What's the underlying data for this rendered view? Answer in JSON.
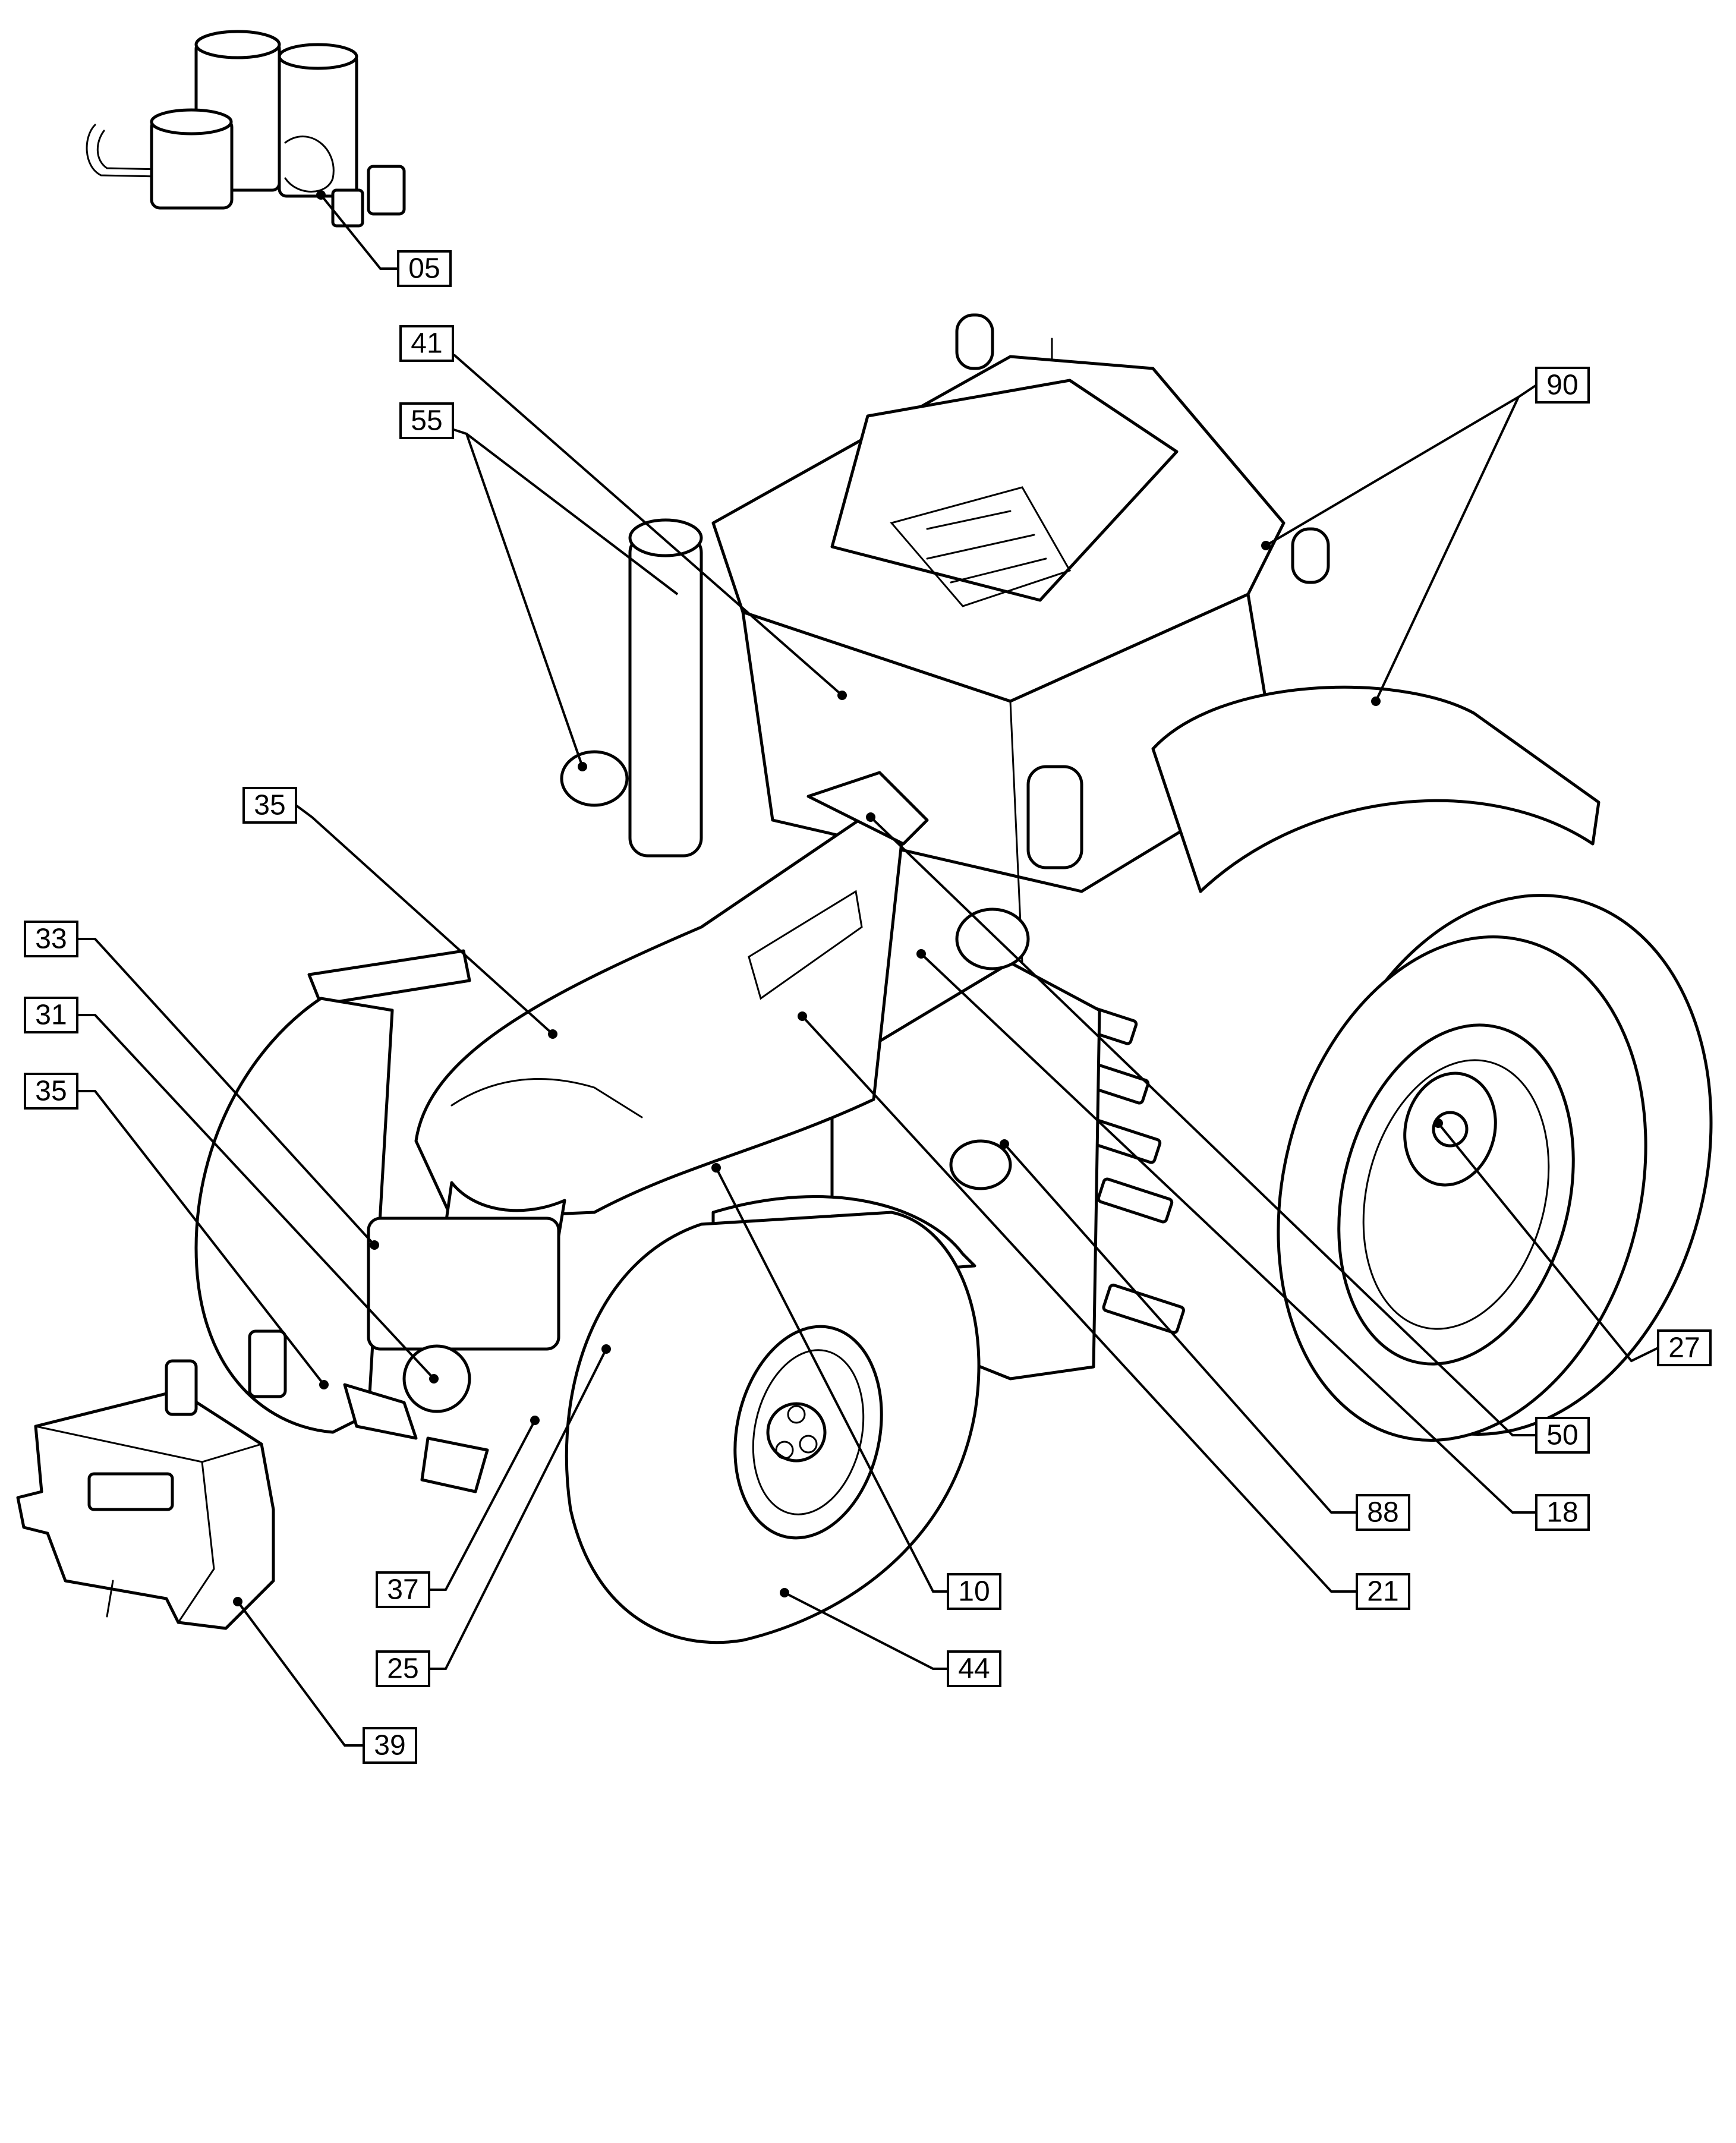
{
  "diagram": {
    "callouts": [
      {
        "id": "c05",
        "label": "05"
      },
      {
        "id": "c41",
        "label": "41"
      },
      {
        "id": "c55",
        "label": "55"
      },
      {
        "id": "c90",
        "label": "90"
      },
      {
        "id": "c35a",
        "label": "35"
      },
      {
        "id": "c33",
        "label": "33"
      },
      {
        "id": "c31",
        "label": "31"
      },
      {
        "id": "c35b",
        "label": "35"
      },
      {
        "id": "c27",
        "label": "27"
      },
      {
        "id": "c50",
        "label": "50"
      },
      {
        "id": "c88",
        "label": "88"
      },
      {
        "id": "c18",
        "label": "18"
      },
      {
        "id": "c10",
        "label": "10"
      },
      {
        "id": "c21",
        "label": "21"
      },
      {
        "id": "c37",
        "label": "37"
      },
      {
        "id": "c44",
        "label": "44"
      },
      {
        "id": "c25",
        "label": "25"
      },
      {
        "id": "c39",
        "label": "39"
      }
    ]
  }
}
